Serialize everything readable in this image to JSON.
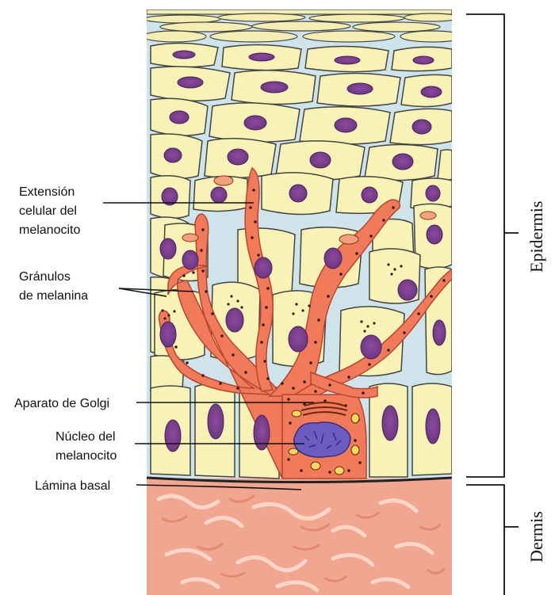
{
  "labels": {
    "extension": [
      "Extensión",
      "celular del",
      "melanocito"
    ],
    "granules": [
      "Gránulos",
      "de melanina"
    ],
    "golgi": "Aparato de Golgi",
    "nucleus": [
      "Núcleo del",
      "melanocito"
    ],
    "basal": "Lámina basal"
  },
  "regions": {
    "epidermis": "Epidermis",
    "dermis": "Dermis"
  },
  "colors": {
    "cell_fill": "#f8f2b6",
    "cell_outline": "#333333",
    "nucleus": "#7a3f8c",
    "melanocyte": "#f07a5a",
    "granule": "#3a1a10",
    "dermis": "#f0a690",
    "gap": "#cfe4ea"
  }
}
